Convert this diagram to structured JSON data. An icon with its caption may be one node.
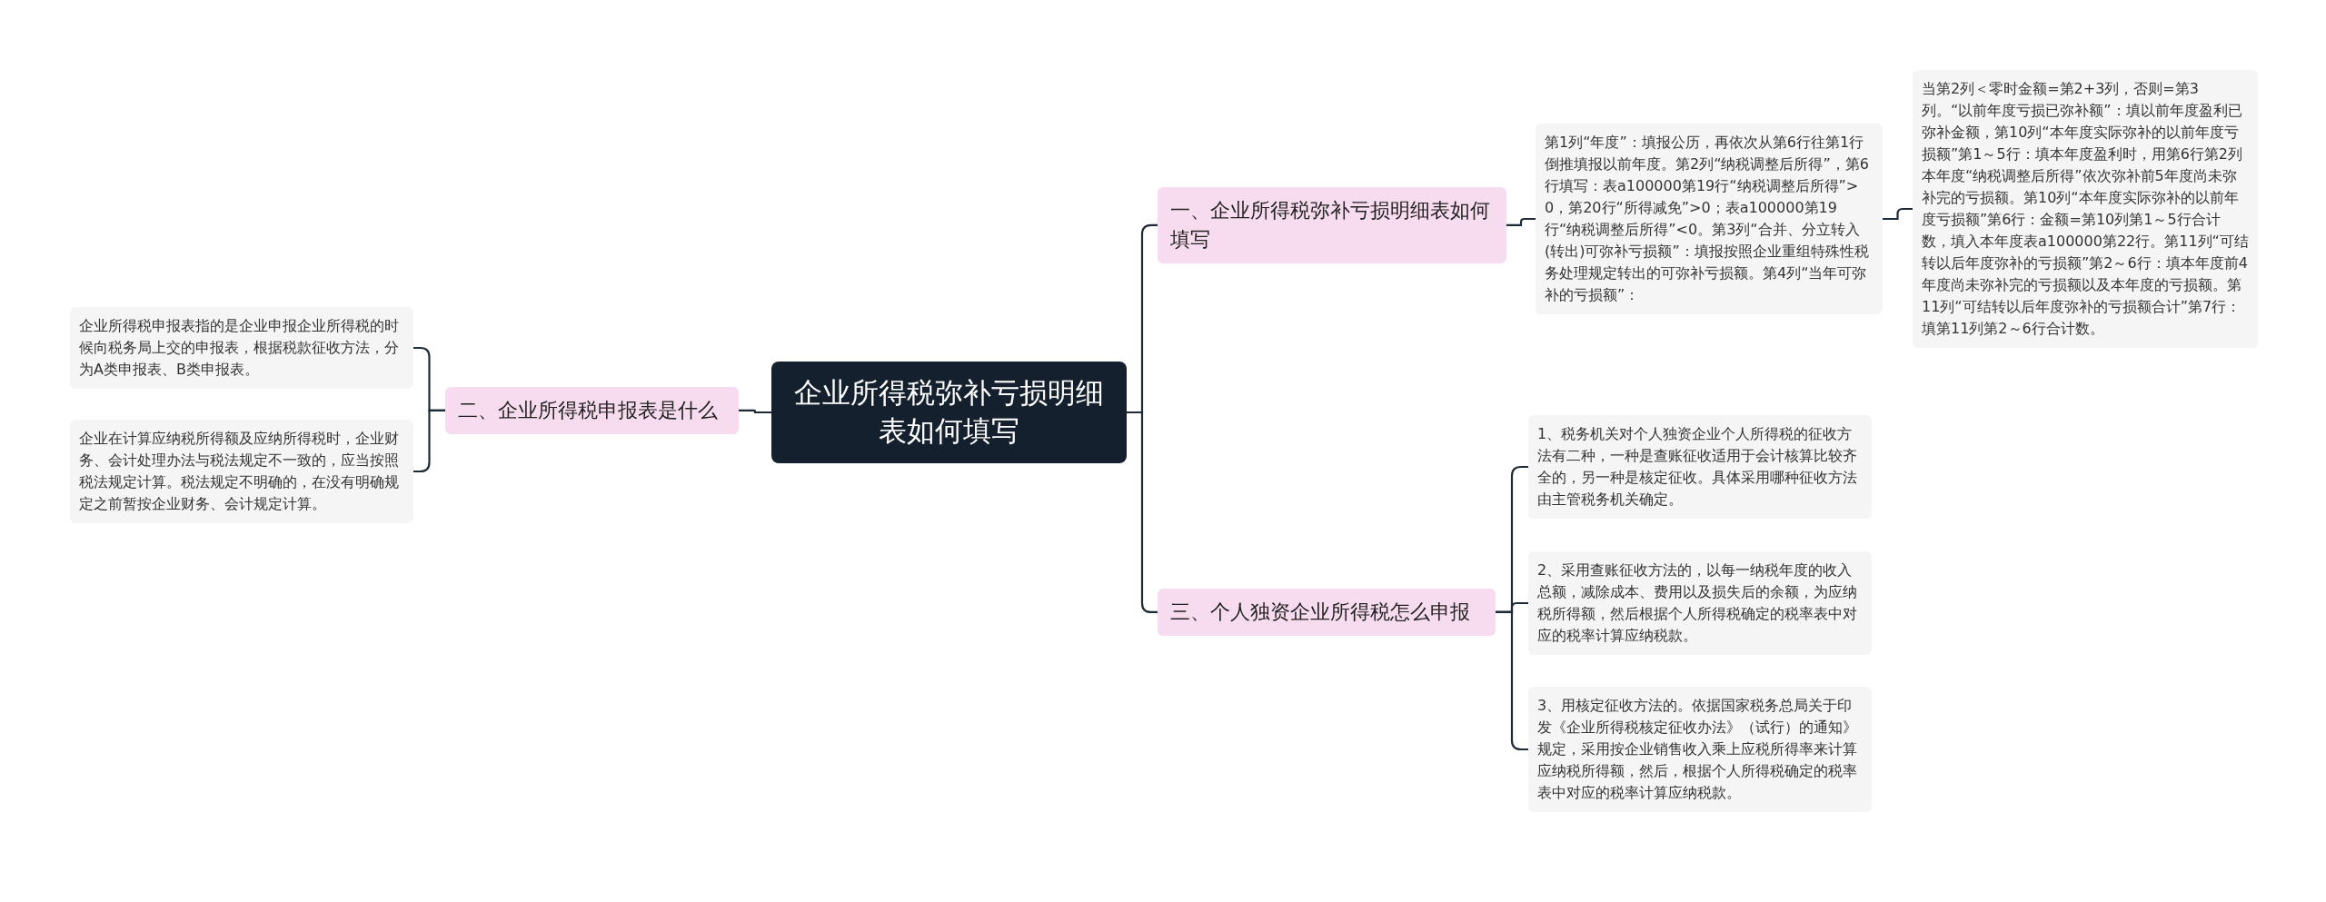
{
  "diagram": {
    "nodes": [
      {
        "text": [
          "企业所得税弥补亏损明细表如何填写"
        ]
      },
      {
        "text": [
          "一、企业所得税弥补亏损明细表如何填写"
        ]
      },
      {
        "text": [
          "第1列“年度”：填报公历，再依次从第6行往第1行倒推填报以前年度。第2列“纳税调整后所得”，第6行填写：表a100000第19行“纳税调整后所得”>0，第20行“所得减免”>0；表a100000第19行“纳税调整后所得”<0。第3列“合并、分立转入(转出)可弥补亏损额”：填报按照企业重组特殊性税务处理规定转出的可弥补亏损额。第4列“当年可弥补的亏损额”："
        ]
      },
      {
        "text": [
          "当第2列＜零时金额=第2+3列，否则=第3列。“以前年度亏损已弥补额”：填以前年度盈利已弥补金额，第10列“本年度实际弥补的以前年度亏损额”第1～5行：填本年度盈利时，用第6行第2列本年度“纳税调整后所得”依次弥补前5年度尚未弥补完的亏损额。第10列“本年度实际弥补的以前年度亏损额”第6行：金额=第10列第1～5行合计数，填入本年度表a100000第22行。第11列“可结转以后年度弥补的亏损额”第2～6行：填本年度前4年度尚未弥补完的亏损额以及本年度的亏损额。第11列“可结转以后年度弥补的亏损额合计”第7行：填第11列第2～6行合计数。"
        ]
      },
      {
        "text": [
          "二、企业所得税申报表是什么"
        ]
      },
      {
        "text": [
          "企业所得税申报表指的是企业申报企业所得税的时候向税务局上交的申报表，根据税款征收方法，分为A类申报表、B类申报表。"
        ]
      },
      {
        "text": [
          "企业在计算应纳税所得额及应纳所得税时，企业财务、会计处理办法与税法规定不一致的，应当按照税法规定计算。税法规定不明确的，在没有明确规定之前暂按企业财务、会计规定计算。"
        ]
      },
      {
        "text": [
          "三、个人独资企业所得税怎么申报"
        ]
      },
      {
        "text": [
          "1、税务机关对个人独资企业个人所得税的征收方法有二种，一种是查账征收适用于会计核算比较齐全的，另一种是核定征收。具体采用哪种征收方法由主管税务机关确定。"
        ]
      },
      {
        "text": [
          "2、采用查账征收方法的，以每一纳税年度的收入总额，减除成本、费用以及损失后的余额，为应纳税所得额，然后根据个人所得税确定的税率表中对应的税率计算应纳税款。"
        ]
      },
      {
        "text": [
          "3、用核定征收方法的。依据国家税务总局关于印发《企业所得税核定征收办法》（试行）的通知》规定，采用按企业销售收入乘上应税所得率来计算应纳税所得额，然后，根据个人所得税确定的税率表中对应的税率计算应纳税款。"
        ]
      }
    ],
    "edges": [
      {
        "from": 0,
        "to": 1,
        "arrow": "none"
      },
      {
        "from": 0,
        "to": 4,
        "arrow": "none"
      },
      {
        "from": 0,
        "to": 7,
        "arrow": "none"
      },
      {
        "from": 1,
        "to": 2,
        "arrow": "none"
      },
      {
        "from": 2,
        "to": 3,
        "arrow": "none"
      },
      {
        "from": 4,
        "to": 5,
        "arrow": "none"
      },
      {
        "from": 4,
        "to": 6,
        "arrow": "none"
      },
      {
        "from": 7,
        "to": 8,
        "arrow": "none"
      },
      {
        "from": 7,
        "to": 9,
        "arrow": "none"
      },
      {
        "from": 7,
        "to": 10,
        "arrow": "none"
      }
    ]
  }
}
